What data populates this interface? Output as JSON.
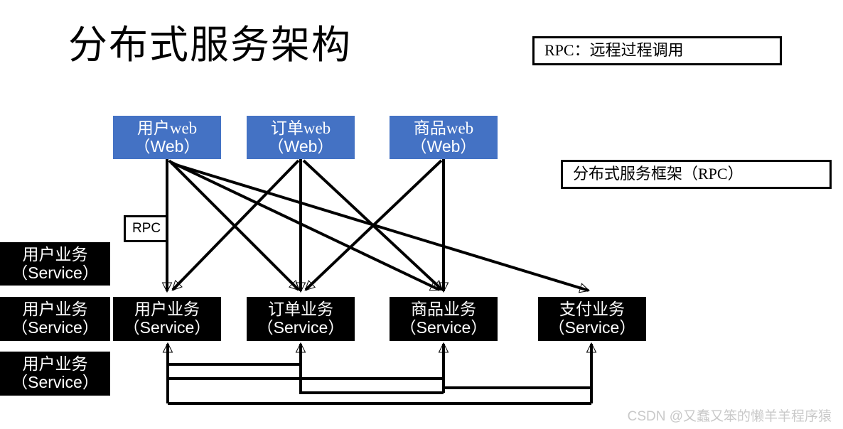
{
  "page": {
    "title": "分布式服务架构",
    "background_color": "#ffffff",
    "watermark": "CSDN @又蠢又笨的懒羊羊程序猿"
  },
  "legend": {
    "rpc_definition": "RPC：远程过程调用",
    "framework_label": "分布式服务框架（RPC）",
    "rpc_edge_tag": "RPC"
  },
  "colors": {
    "web_fill": "#4472C4",
    "service_fill": "#000000",
    "line": "#000000",
    "text_on_fill": "#ffffff",
    "watermark": "#c9c9c9"
  },
  "web_tier": [
    {
      "line1": "用户web",
      "line2": "（Web）"
    },
    {
      "line1": "订单web",
      "line2": "（Web）"
    },
    {
      "line1": "商品web",
      "line2": "（Web）"
    }
  ],
  "service_tier": [
    {
      "line1": "用户业务",
      "line2": "（Service）"
    },
    {
      "line1": "订单业务",
      "line2": "（Service）"
    },
    {
      "line1": "商品业务",
      "line2": "（Service）"
    },
    {
      "line1": "支付业务",
      "line2": "（Service）"
    }
  ],
  "left_stack": [
    {
      "line1": "用户业务",
      "line2": "（Service）"
    },
    {
      "line1": "用户业务",
      "line2": "（Service）"
    },
    {
      "line1": "用户业务",
      "line2": "（Service）"
    }
  ]
}
